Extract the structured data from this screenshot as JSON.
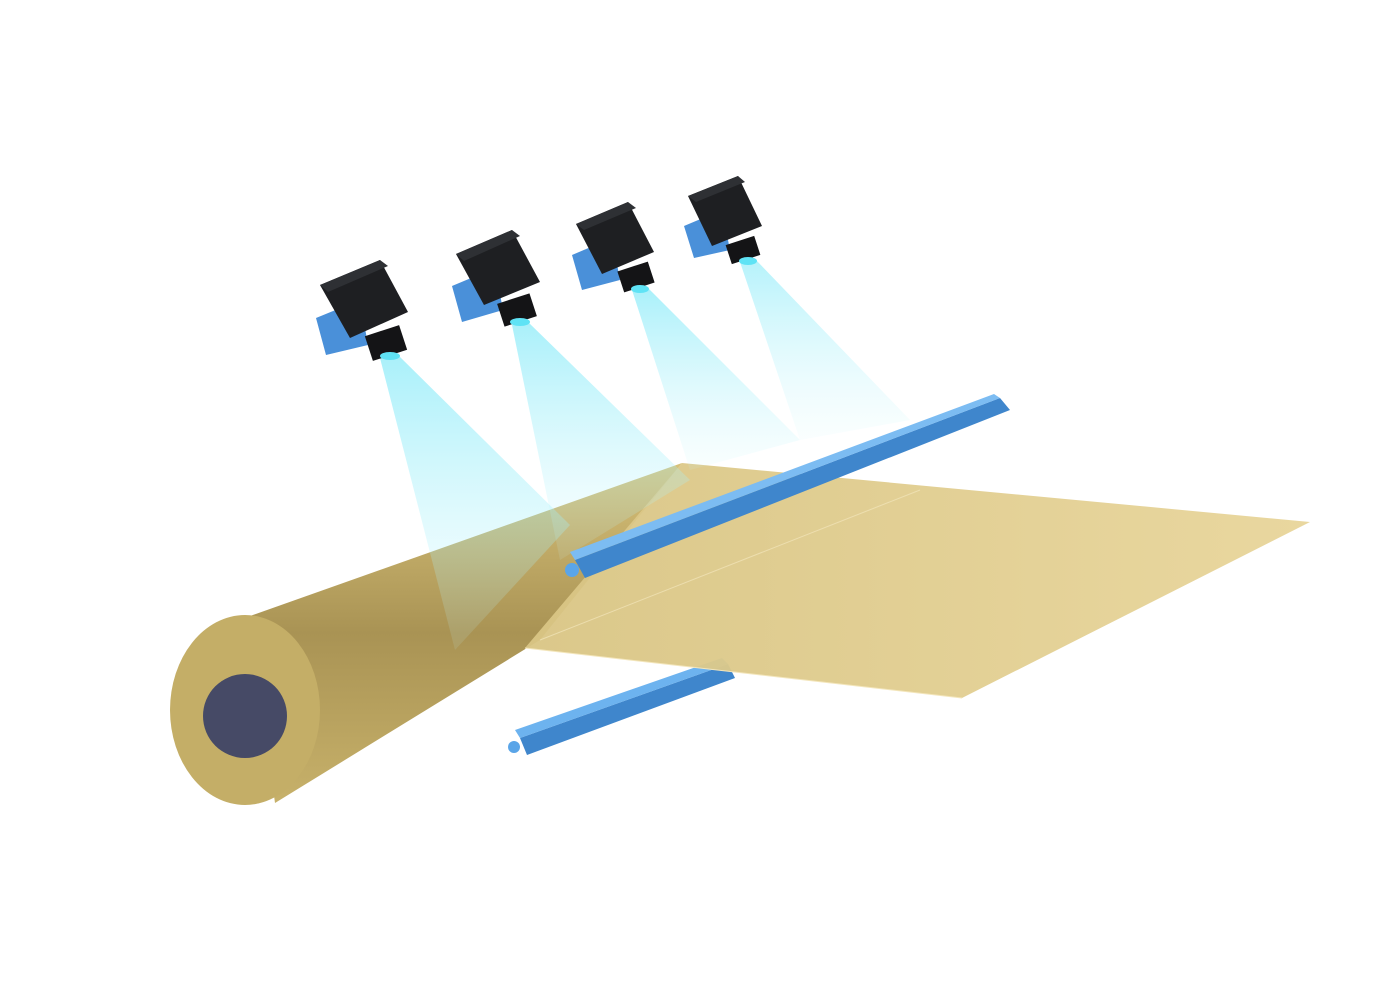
{
  "scene": {
    "colors": {
      "background": "#ffffff",
      "roll": "#c8b36c",
      "roll_end": "#bfa963",
      "roll_core": "#464a66",
      "sheet": "#e4d092",
      "camera_body": "#1e1f22",
      "camera_bracket": "#4a90d9",
      "light_beam": "#7fe8f5",
      "bar": "#4a9be0"
    },
    "components": {
      "cameras": [
        "camera-1",
        "camera-2",
        "camera-3",
        "camera-4"
      ],
      "bars": [
        "upper-light-bar",
        "lower-light-bar"
      ]
    }
  }
}
